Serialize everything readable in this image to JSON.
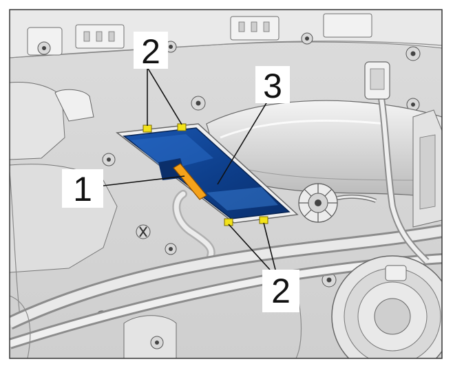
{
  "callouts": {
    "part_1": "1",
    "part_2_top": "2",
    "part_2_bottom": "2",
    "part_3": "3"
  },
  "colors": {
    "module_blue": "#0d3e8a",
    "clip_yellow": "#f2e21a",
    "connector_orange": "#f5a21a",
    "line_art_gray": "#e6e6e6"
  }
}
